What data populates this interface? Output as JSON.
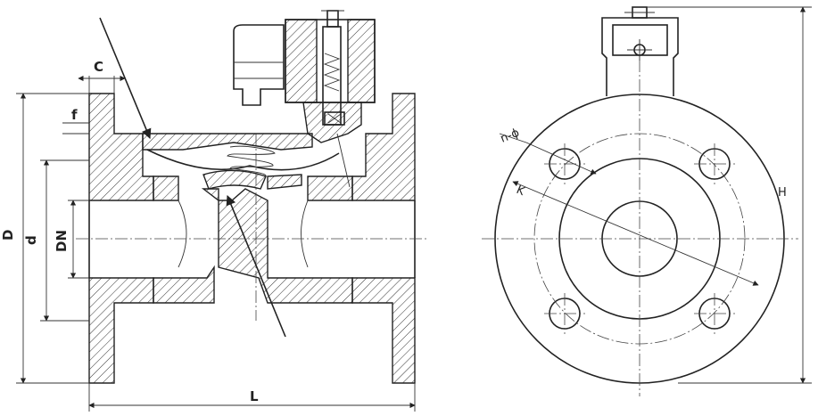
{
  "labels": {
    "c": "C",
    "f": "f",
    "D": "D",
    "d": "d",
    "DN": "DN",
    "L": "L",
    "n_phi": "n-ϕ",
    "K": "K",
    "H": "H"
  }
}
